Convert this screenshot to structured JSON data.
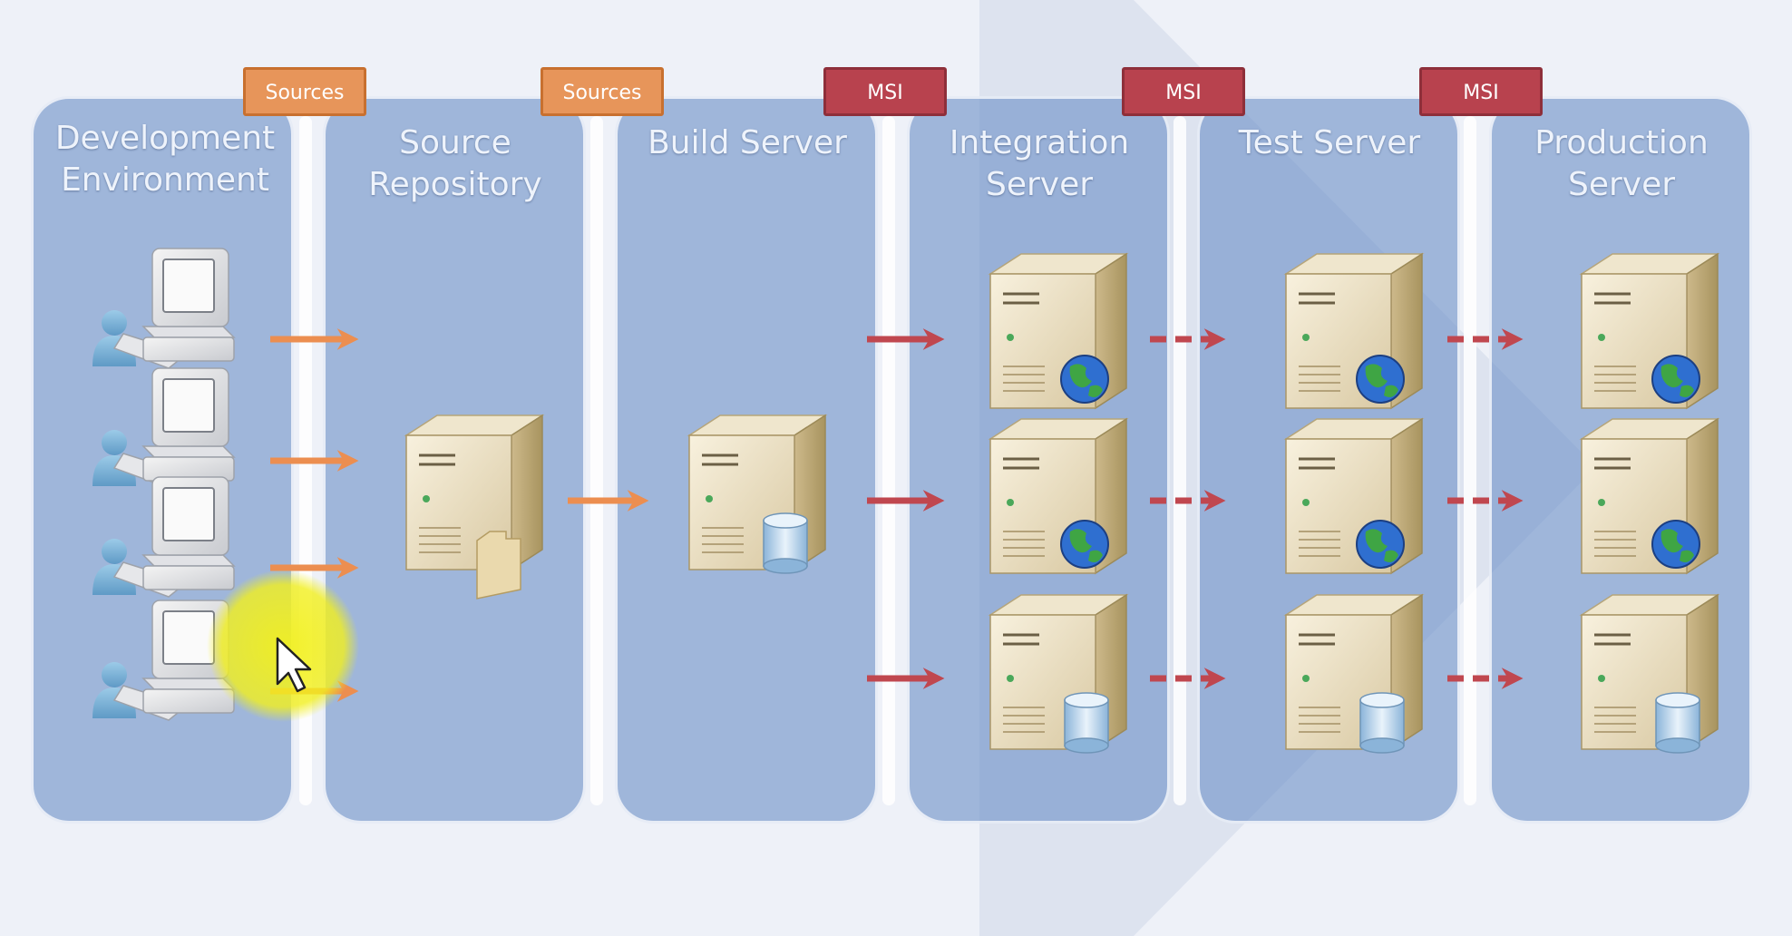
{
  "diagram": {
    "stages": [
      {
        "name": "Development Environment",
        "lines": [
          "Development",
          "Environment"
        ]
      },
      {
        "name": "Source Repository",
        "lines": [
          "Source",
          "Repository"
        ]
      },
      {
        "name": "Build Server",
        "lines": [
          "Build Server"
        ]
      },
      {
        "name": "Integration Server",
        "lines": [
          "Integration",
          "Server"
        ]
      },
      {
        "name": "Test Server",
        "lines": [
          "Test Server"
        ]
      },
      {
        "name": "Production Server",
        "lines": [
          "Production",
          "Server"
        ]
      }
    ],
    "connectors": [
      {
        "label": "Sources",
        "kind": "sources"
      },
      {
        "label": "Sources",
        "kind": "sources"
      },
      {
        "label": "MSI",
        "kind": "msi"
      },
      {
        "label": "MSI",
        "kind": "msi"
      },
      {
        "label": "MSI",
        "kind": "msi"
      }
    ],
    "colors": {
      "lane": "#6e92c8",
      "sources_tag": "#e7955a",
      "msi_tag": "#b8424e",
      "orange_arrow": "#ec8e50",
      "red_arrow": "#c0474f",
      "cursor_highlight": "#f2f01e"
    },
    "icons": {
      "developer": "user-workstation-icon",
      "source_server": "file-server-icon",
      "build_server": "database-server-icon",
      "web_server": "web-server-icon",
      "db_server": "database-server-icon",
      "cursor": "mouse-cursor-icon"
    }
  }
}
